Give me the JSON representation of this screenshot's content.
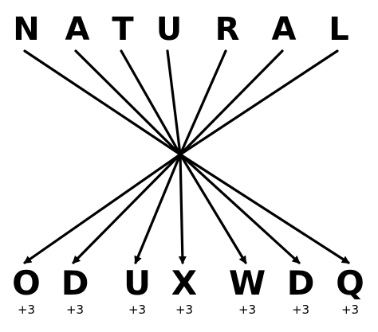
{
  "top_word": [
    "N",
    "A",
    "T",
    "U",
    "R",
    "A",
    "L"
  ],
  "bottom_word": [
    "O",
    "D",
    "U",
    "X",
    "W",
    "D",
    "Q"
  ],
  "shift_labels": [
    "+3",
    "+3",
    "+3",
    "+3",
    "+3",
    "+3",
    "+3"
  ],
  "mapping": [
    {
      "from": 0,
      "to": 6
    },
    {
      "from": 1,
      "to": 5
    },
    {
      "from": 2,
      "to": 4
    },
    {
      "from": 3,
      "to": 3
    },
    {
      "from": 4,
      "to": 2
    },
    {
      "from": 5,
      "to": 1
    },
    {
      "from": 6,
      "to": 0
    }
  ],
  "colors": {
    "ink": "#000000",
    "background": "#ffffff"
  }
}
